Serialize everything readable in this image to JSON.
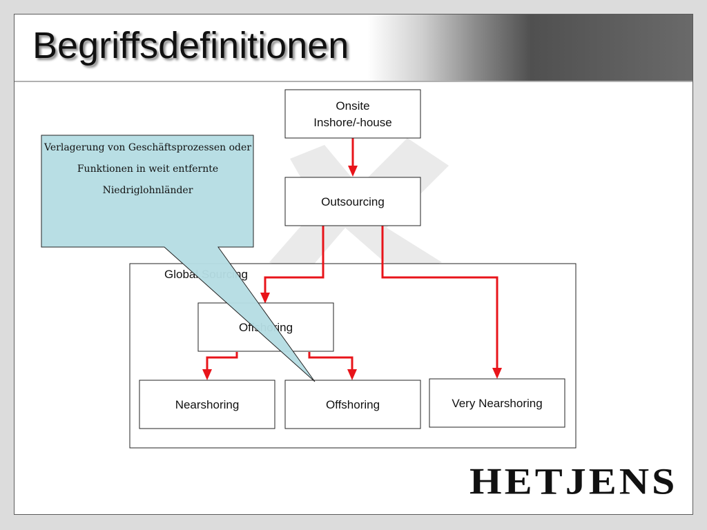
{
  "slide": {
    "title": "Begriffsdefinitionen"
  },
  "diagram": {
    "nodes": {
      "onsite": [
        "Onsite",
        "Inshore/-house"
      ],
      "outsourcing": "Outsourcing",
      "group_label": "Global Sourcing",
      "offshoring_parent": "Offshoring",
      "nearshoring": "Nearshoring",
      "offshoring_child": "Offshoring",
      "very_nearshoring": "Very Nearshoring"
    },
    "edges": [
      [
        "Onsite Inshore/-house",
        "Outsourcing"
      ],
      [
        "Outsourcing",
        "Offshoring"
      ],
      [
        "Outsourcing",
        "Very Nearshoring"
      ],
      [
        "Offshoring",
        "Nearshoring"
      ],
      [
        "Offshoring",
        "Offshoring"
      ]
    ],
    "arrow_color": "#e8141a",
    "callout": {
      "text": "Verlagerung von Geschäftsprozessen oder Funktionen in weit entfernte Niedriglohnländer",
      "fill": "#b5dde3"
    }
  },
  "logo": {
    "text": "HETJENS"
  }
}
